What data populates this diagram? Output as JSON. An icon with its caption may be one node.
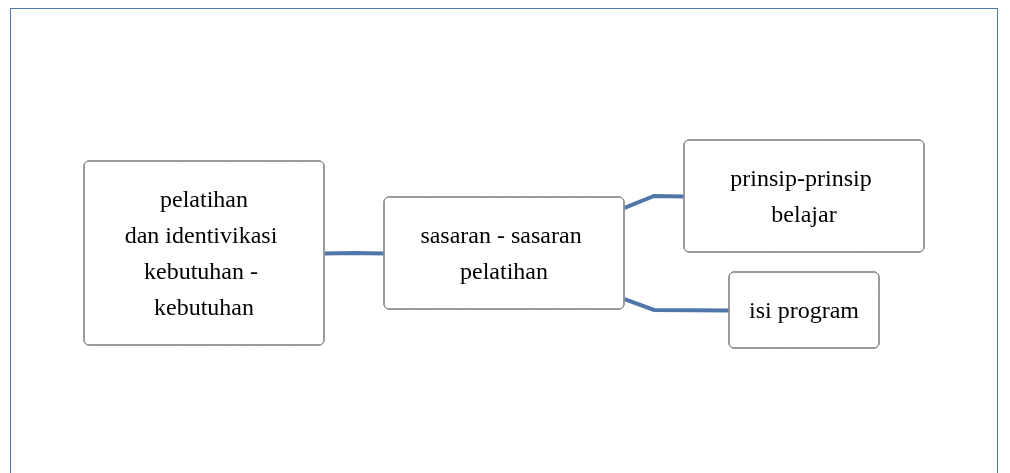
{
  "diagram": {
    "nodes": [
      {
        "text": [
          "pelatihan",
          "dan identivikasi kebutuhan - kebutuhan"
        ]
      },
      {
        "text": [
          "sasaran - sasaran pelatihan"
        ]
      },
      {
        "text": [
          "prinsip-prinsip belajar"
        ]
      },
      {
        "text": [
          "isi program"
        ]
      }
    ],
    "edges": [
      {
        "from": 0,
        "to": 1,
        "arrow": "none"
      },
      {
        "from": 1,
        "to": 2,
        "arrow": "none"
      },
      {
        "from": 1,
        "to": 3,
        "arrow": "none"
      }
    ]
  }
}
